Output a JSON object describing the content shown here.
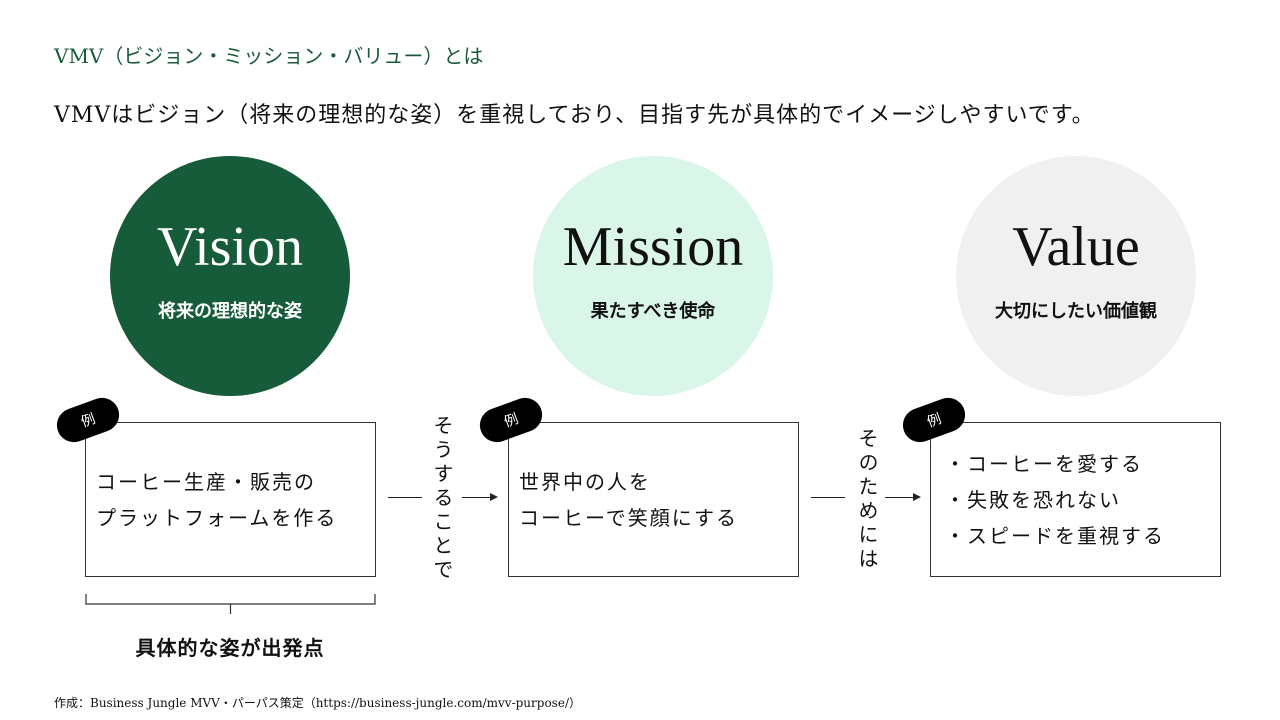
{
  "title": "VMV（ビジョン・ミッション・バリュー）とは",
  "subtitle": "VMVはビジョン（将来の理想的な姿）を重視しており、目指す先が具体的でイメージしやすいです。",
  "circles": [
    {
      "label": "Vision",
      "caption": "将来の理想的な姿",
      "color": "#165c3b"
    },
    {
      "label": "Mission",
      "caption": "果たすべき使命",
      "color": "#d9f6e9"
    },
    {
      "label": "Value",
      "caption": "大切にしたい価値観",
      "color": "#f0f0f0"
    }
  ],
  "tag_label": "例",
  "boxes": [
    {
      "lines": [
        "コーヒー生産・販売の",
        "プラットフォームを作る"
      ]
    },
    {
      "lines": [
        "世界中の人を",
        "コーヒーで笑顔にする"
      ]
    },
    {
      "lines": [
        "・コーヒーを愛する",
        "・失敗を恐れない",
        "・スピードを重視する"
      ]
    }
  ],
  "connectors": [
    "そうすることで",
    "そのためには"
  ],
  "brace_label": "具体的な姿が出発点",
  "footer": "作成：Business Jungle MVV・パーパス策定（https://business-jungle.com/mvv-purpose/）"
}
